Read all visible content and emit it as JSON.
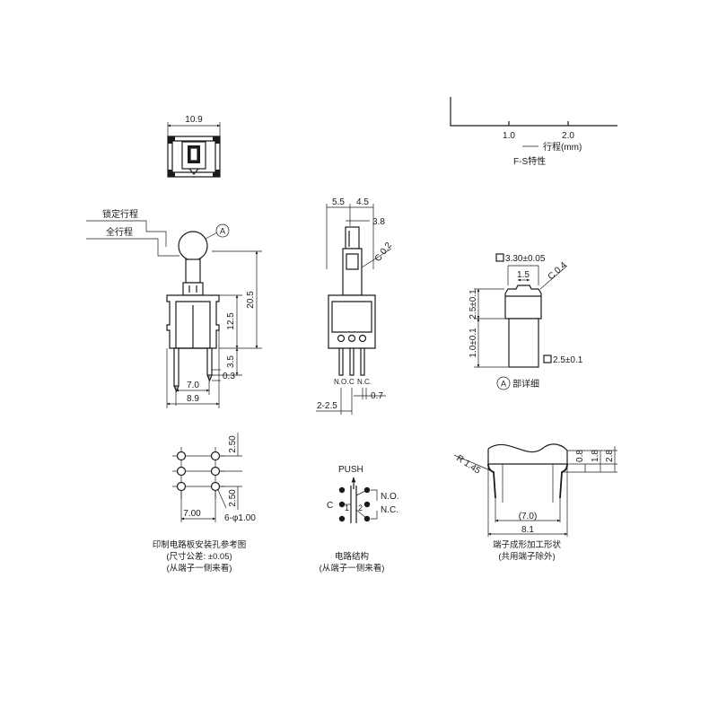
{
  "graph_panel": {
    "tick_1": "1.0",
    "tick_2": "2.0",
    "x_label": "行程(mm)",
    "caption": "F-S特性"
  },
  "top_view": {
    "width_dim": "10.9"
  },
  "front_view": {
    "label_lock": "锁定行程",
    "label_full": "全行程",
    "circle_ref": "A",
    "dim_height_total": "20.5",
    "dim_body_height": "12.5",
    "dim_pin_length": "3.5",
    "dim_pin_gap": "0.3",
    "dim_pin_pitch": "7.0",
    "dim_body_width": "8.9"
  },
  "side_view": {
    "dim_left": "5.5",
    "dim_right": "4.5",
    "dim_top": "3.8",
    "chamfer": "C 0.2",
    "pin_no": "N.O.",
    "pin_c": "C",
    "pin_nc": "N.C.",
    "dim_pin_thickness": "0.7",
    "dim_pin_spacing": "2-2.5"
  },
  "detail_a": {
    "dim_square_top": "3.30±0.05",
    "dim_slot": "1.5",
    "chamfer": "C 0.4",
    "dim_height_upper": "2.5±0.1",
    "dim_height_lower": "1.0±0.1",
    "dim_square_bottom": "2.5±0.1",
    "circle_ref": "A",
    "caption": "部详细"
  },
  "pcb_layout": {
    "dim_pitch_top": "2.50",
    "dim_pitch_bottom": "2.50",
    "dim_width": "7.00",
    "hole_spec": "6-φ1.00",
    "caption_line1": "印制电路板安装孔参考图",
    "caption_line2": "(尺寸公差: ±0.05)",
    "caption_line3": "(从端子一侧来看)"
  },
  "circuit": {
    "push_label": "PUSH",
    "label_c": "C",
    "label_no": "N.O.",
    "label_nc": "N.C.",
    "pin_1": "1",
    "pin_2": "2",
    "caption_line1": "电路结构",
    "caption_line2": "(从端子一侧来看)"
  },
  "terminal_form": {
    "dim_radius": "R 1.45",
    "dim_h1": "0.8",
    "dim_h2": "1.8",
    "dim_h3": "2.8",
    "dim_inner": "(7.0)",
    "dim_outer": "8.1",
    "caption_line1": "端子成形加工形状",
    "caption_line2": "(共用端子除外)"
  }
}
